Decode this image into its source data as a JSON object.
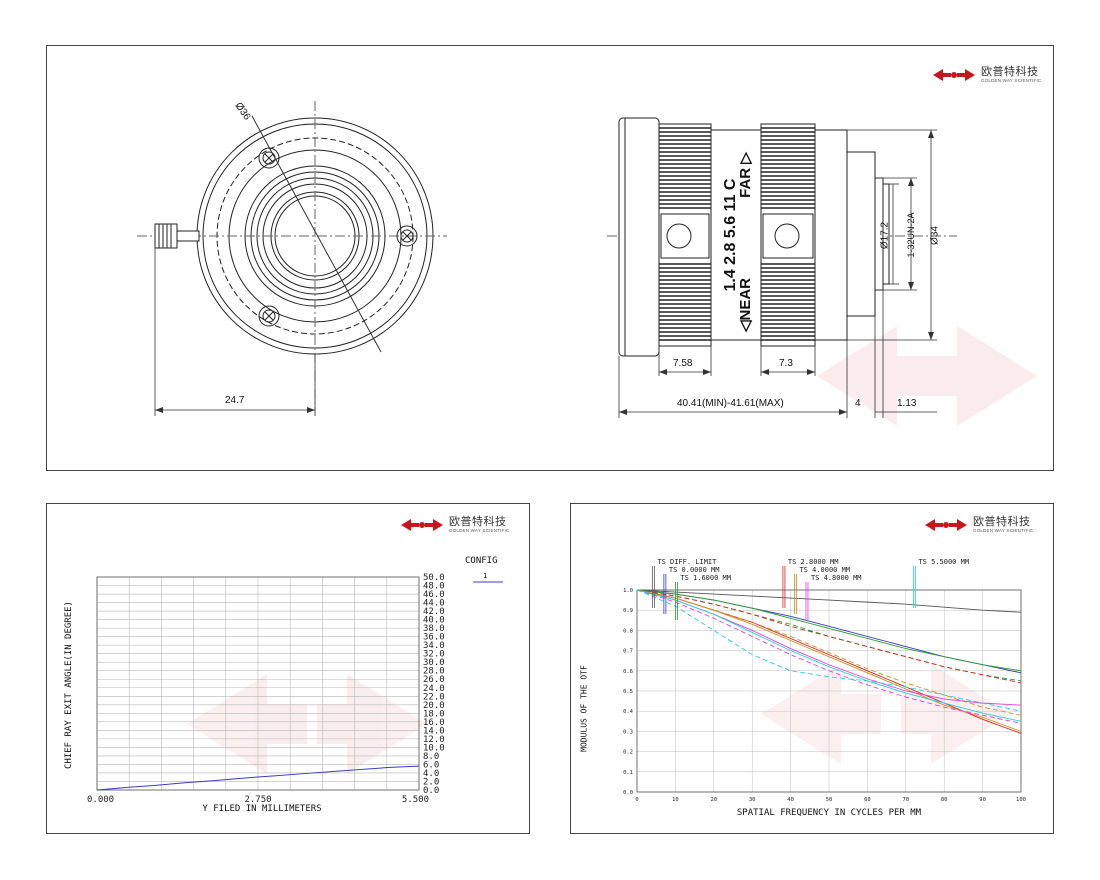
{
  "brand": {
    "name_cn": "欧普特科技",
    "name_en": "GOLDEN WAY SCIENTIFIC",
    "color": "#c8161d"
  },
  "drawing": {
    "front_diameter": "Ø36",
    "knob_offset": "24.7",
    "lens_marks": "1.4 2.8 5.6 11 C",
    "near_label": "◁NEAR",
    "far_label": "FAR ▷",
    "dims": {
      "focus_ring": "7.58",
      "iris_ring": "7.3",
      "total_length": "40.41(MIN)-41.61(MAX)",
      "mount_length": "4",
      "flange": "1.13",
      "body_diameter": "Ø34",
      "thread": "1-32UN-2A",
      "rear_diameter": "Ø17.2"
    }
  },
  "cra_chart": {
    "chart_data": {
      "type": "line",
      "xlabel": "Y FILED IN MILLIMETERS",
      "ylabel": "CHIEF RAY EXIT ANGLE(IN DEGREE)",
      "x_ticks": [
        "0.000",
        "2.750",
        "5.500"
      ],
      "y_ticks": [
        "0.0",
        "2.0",
        "4.0",
        "6.0",
        "8.0",
        "10.0",
        "12.0",
        "14.0",
        "16.0",
        "18.0",
        "20.0",
        "22.0",
        "24.0",
        "26.0",
        "28.0",
        "30.0",
        "32.0",
        "34.0",
        "36.0",
        "38.0",
        "40.0",
        "42.0",
        "44.0",
        "46.0",
        "48.0",
        "50.0"
      ],
      "xlim": [
        0,
        5.5
      ],
      "ylim": [
        0,
        50
      ],
      "legend_title": "CONFIG",
      "legend_entry": "1",
      "series": [
        {
          "name": "1",
          "color": "#3a3ad0",
          "x": [
            0,
            0.5,
            1.0,
            1.5,
            2.0,
            2.5,
            3.0,
            3.5,
            4.0,
            4.5,
            5.0,
            5.5
          ],
          "y": [
            0,
            0.6,
            1.1,
            1.7,
            2.2,
            2.8,
            3.3,
            3.8,
            4.3,
            4.8,
            5.3,
            5.6
          ]
        }
      ]
    }
  },
  "mtf_chart": {
    "chart_data": {
      "type": "line",
      "xlabel": "SPATIAL FREQUENCY IN CYCLES PER MM",
      "ylabel": "MODULUS OF THE OTF",
      "x_ticks": [
        "0",
        "10",
        "20",
        "30",
        "40",
        "50",
        "60",
        "70",
        "80",
        "90",
        "100"
      ],
      "y_ticks": [
        "0.0",
        "0.1",
        "0.2",
        "0.3",
        "0.4",
        "0.5",
        "0.6",
        "0.7",
        "0.8",
        "0.9",
        "1.0"
      ],
      "xlim": [
        0,
        100
      ],
      "ylim": [
        0,
        1
      ],
      "legend_labels": [
        {
          "text": "TS DIFF. LIMIT",
          "color": "#555555",
          "x": 4
        },
        {
          "text": "TS 0.0000 MM",
          "color": "#3a3ad0",
          "x": 7
        },
        {
          "text": "TS 1.6000 MM",
          "color": "#28a028",
          "x": 10
        },
        {
          "text": "TS 2.8000 MM",
          "color": "#e02020",
          "x": 38
        },
        {
          "text": "TS 4.0000 MM",
          "color": "#d09020",
          "x": 41
        },
        {
          "text": "TS 4.8000 MM",
          "color": "#e040e0",
          "x": 44
        },
        {
          "text": "TS 5.5000 MM",
          "color": "#20d0e0",
          "x": 72
        }
      ],
      "x_samples": [
        0,
        10,
        20,
        30,
        40,
        50,
        60,
        70,
        80,
        90,
        100
      ],
      "series": [
        {
          "color": "#555555",
          "dash": "",
          "y": [
            1.0,
            0.99,
            0.98,
            0.97,
            0.96,
            0.95,
            0.94,
            0.93,
            0.915,
            0.9,
            0.89
          ]
        },
        {
          "color": "#3a3ad0",
          "dash": "",
          "y": [
            1.0,
            0.98,
            0.95,
            0.91,
            0.87,
            0.82,
            0.77,
            0.72,
            0.67,
            0.63,
            0.59
          ]
        },
        {
          "color": "#28a028",
          "dash": "",
          "y": [
            1.0,
            0.98,
            0.95,
            0.91,
            0.86,
            0.81,
            0.76,
            0.71,
            0.67,
            0.63,
            0.6
          ]
        },
        {
          "color": "#28a028",
          "dash": "5,3",
          "y": [
            1.0,
            0.97,
            0.93,
            0.88,
            0.83,
            0.77,
            0.72,
            0.67,
            0.62,
            0.58,
            0.55
          ]
        },
        {
          "color": "#e02020",
          "dash": "",
          "y": [
            1.0,
            0.96,
            0.9,
            0.84,
            0.76,
            0.68,
            0.6,
            0.52,
            0.44,
            0.36,
            0.29
          ]
        },
        {
          "color": "#e02020",
          "dash": "5,3",
          "y": [
            1.0,
            0.97,
            0.93,
            0.88,
            0.82,
            0.77,
            0.72,
            0.67,
            0.62,
            0.58,
            0.54
          ]
        },
        {
          "color": "#d09020",
          "dash": "",
          "y": [
            1.0,
            0.96,
            0.9,
            0.83,
            0.75,
            0.67,
            0.59,
            0.51,
            0.43,
            0.37,
            0.3
          ]
        },
        {
          "color": "#d09020",
          "dash": "5,3",
          "y": [
            1.0,
            0.96,
            0.9,
            0.84,
            0.77,
            0.69,
            0.61,
            0.54,
            0.48,
            0.42,
            0.38
          ]
        },
        {
          "color": "#e040e0",
          "dash": "",
          "y": [
            1.0,
            0.95,
            0.88,
            0.8,
            0.71,
            0.63,
            0.56,
            0.5,
            0.46,
            0.44,
            0.43
          ]
        },
        {
          "color": "#e040e0",
          "dash": "5,3",
          "y": [
            1.0,
            0.94,
            0.86,
            0.77,
            0.68,
            0.6,
            0.53,
            0.47,
            0.42,
            0.38,
            0.34
          ]
        },
        {
          "color": "#20d0e0",
          "dash": "",
          "y": [
            1.0,
            0.95,
            0.88,
            0.79,
            0.7,
            0.62,
            0.55,
            0.49,
            0.44,
            0.39,
            0.35
          ]
        },
        {
          "color": "#20d0e0",
          "dash": "5,3",
          "y": [
            1.0,
            0.92,
            0.8,
            0.68,
            0.6,
            0.57,
            0.55,
            0.52,
            0.48,
            0.44,
            0.4
          ]
        }
      ]
    }
  }
}
